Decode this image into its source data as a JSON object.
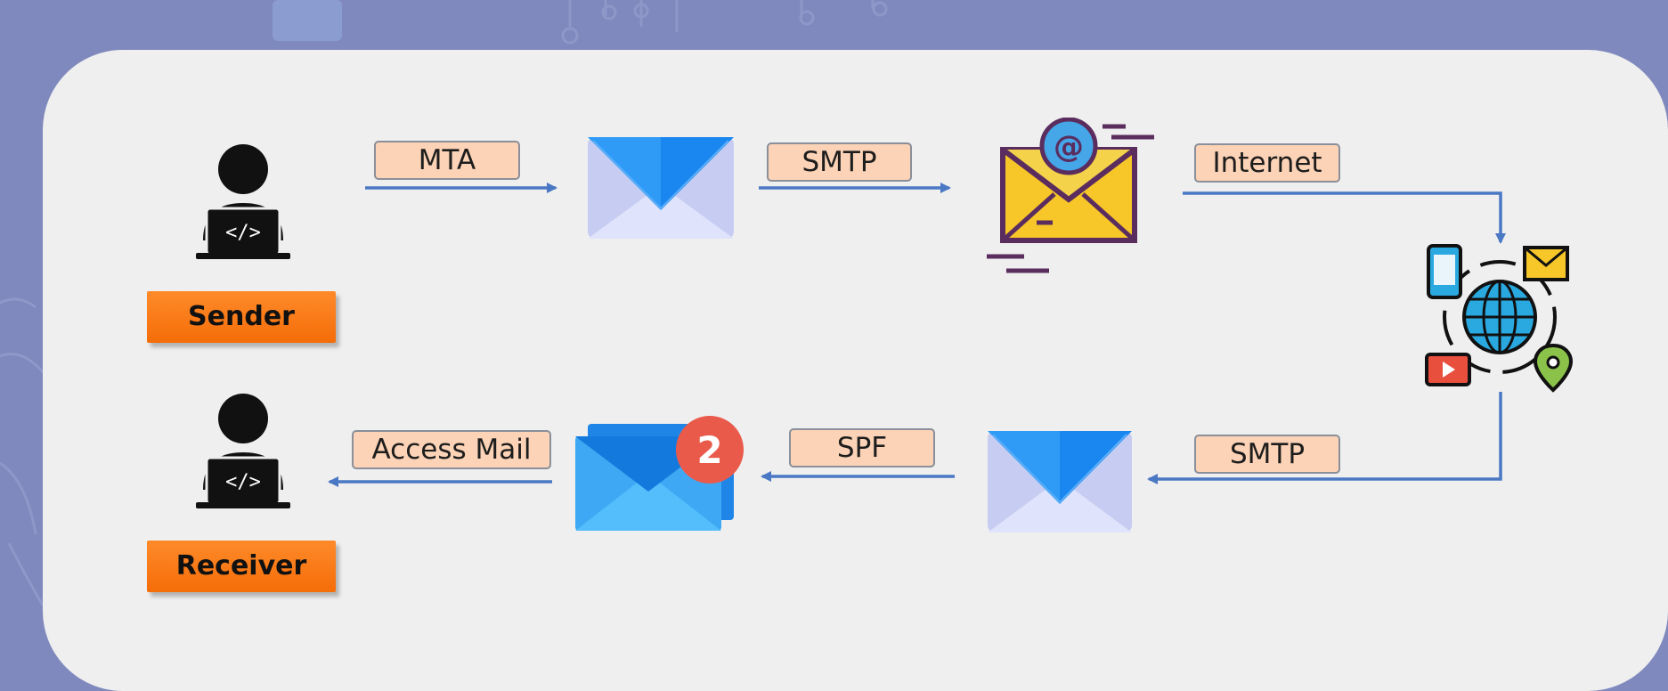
{
  "nodes": {
    "sender": {
      "label": "Sender"
    },
    "receiver": {
      "label": "Receiver"
    }
  },
  "edges": {
    "mta": "MTA",
    "smtp_out": "SMTP",
    "internet": "Internet",
    "smtp_in": "SMTP",
    "spf": "SPF",
    "access_mail": "Access Mail"
  },
  "inbox": {
    "badge_count": "2"
  },
  "colors": {
    "background": "#7f89bd",
    "panel": "#efefef",
    "arrow": "#4a78c4",
    "edge_label_fill": "#fcd3b6",
    "role_label_fill": "#f57a16",
    "badge": "#ea5a4b"
  }
}
